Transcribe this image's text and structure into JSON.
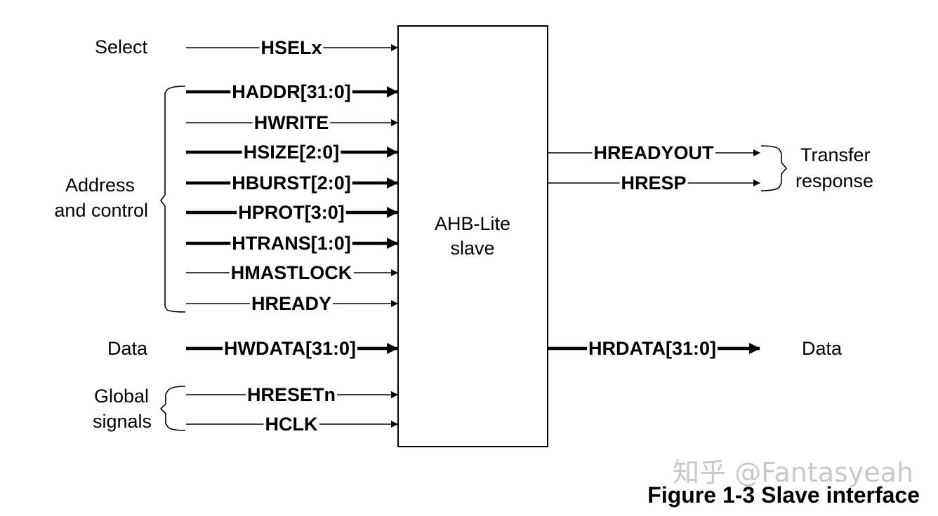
{
  "block": {
    "line1": "AHB-Lite",
    "line2": "slave"
  },
  "inputs": [
    {
      "name": "HSELx",
      "bus": false
    },
    {
      "name": "HADDR[31:0]",
      "bus": true
    },
    {
      "name": "HWRITE",
      "bus": false
    },
    {
      "name": "HSIZE[2:0]",
      "bus": true
    },
    {
      "name": "HBURST[2:0]",
      "bus": true
    },
    {
      "name": "HPROT[3:0]",
      "bus": true
    },
    {
      "name": "HTRANS[1:0]",
      "bus": true
    },
    {
      "name": "HMASTLOCK",
      "bus": false
    },
    {
      "name": "HREADY",
      "bus": false
    },
    {
      "name": "HWDATA[31:0]",
      "bus": true
    },
    {
      "name": "HRESETn",
      "bus": false
    },
    {
      "name": "HCLK",
      "bus": false
    }
  ],
  "outputs": [
    {
      "name": "HREADYOUT",
      "bus": false
    },
    {
      "name": "HRESP",
      "bus": false
    },
    {
      "name": "HRDATA[31:0]",
      "bus": true
    }
  ],
  "groups": {
    "select": "Select",
    "address_control_1": "Address",
    "address_control_2": "and control",
    "data_in": "Data",
    "global_1": "Global",
    "global_2": "signals",
    "transfer_1": "Transfer",
    "transfer_2": "response",
    "data_out": "Data"
  },
  "watermark": "知乎 @Fantasyeah",
  "caption": "Figure 1-3 Slave interface"
}
